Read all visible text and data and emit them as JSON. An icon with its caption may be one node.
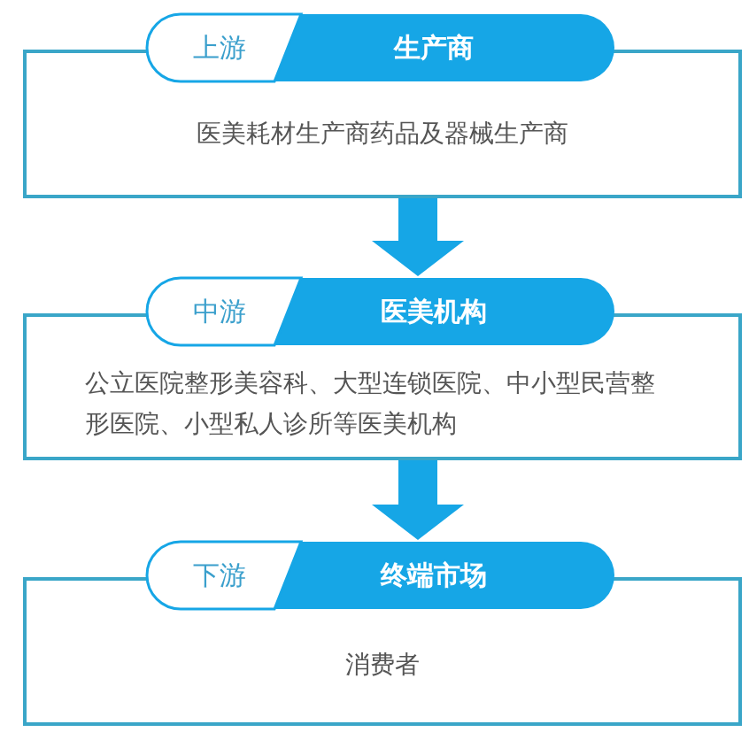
{
  "diagram": {
    "nodes": [
      {
        "text": [
          "上游",
          "生产商",
          "医美耗材生产商药品及器械生产商"
        ]
      },
      {
        "text": [
          "中游",
          "医美机构",
          "公立医院整形美容科、大型连锁医院、中小型民营整形医院、小型私人诊所等医美机构"
        ]
      },
      {
        "text": [
          "下游",
          "终端市场",
          "消费者"
        ]
      }
    ],
    "edges": [
      {
        "from": 0,
        "to": 1,
        "arrow": "to"
      },
      {
        "from": 1,
        "to": 2,
        "arrow": "to"
      }
    ]
  }
}
